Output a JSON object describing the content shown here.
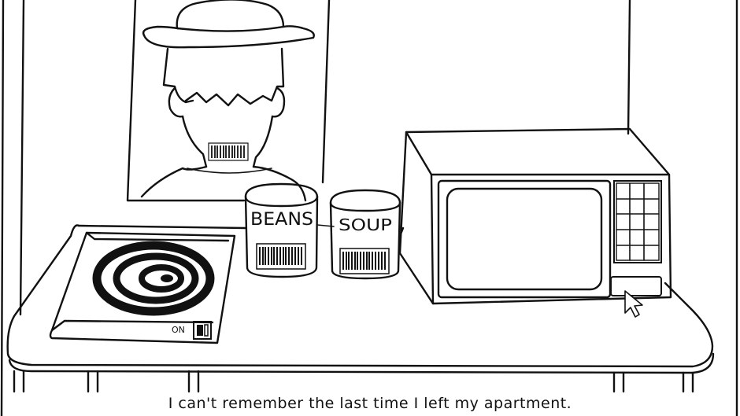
{
  "scene": {
    "cans": [
      {
        "label": "BEANS"
      },
      {
        "label": "SOUP"
      }
    ],
    "stove": {
      "switch_label": "ON"
    },
    "poster": {
      "subject": "man-in-hat-back-view"
    }
  },
  "dialogue": {
    "caption": "I can't remember the last time I left my apartment."
  }
}
